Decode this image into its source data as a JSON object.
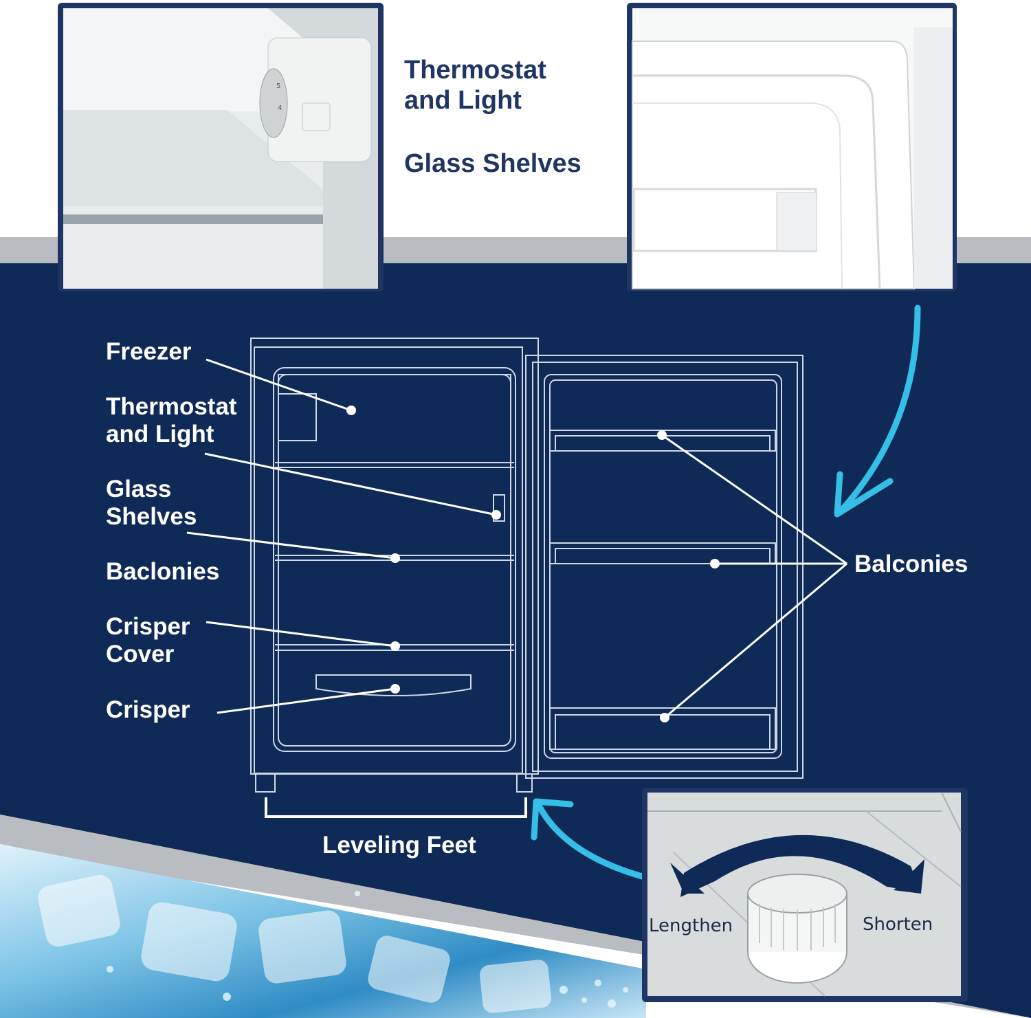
{
  "colors": {
    "navy": "#0f2a57",
    "gray_band": "#b9bcc0",
    "accent_cyan": "#35bfe8",
    "label_white": "#ffffff",
    "top_label_navy": "#1f3564"
  },
  "top_callouts": {
    "thermostat_light": "Thermostat\nand Light",
    "glass_shelves": "Glass Shelves"
  },
  "labels": {
    "freezer": "Freezer",
    "thermostat_light": "Thermostat\nand Light",
    "glass_shelves": "Glass\nShelves",
    "baclonies": "Baclonies",
    "crisper_cover": "Crisper\nCover",
    "crisper": "Crisper",
    "balconies": "Balconies",
    "leveling_feet": "Leveling Feet"
  },
  "inset": {
    "lengthen": "Lengthen",
    "shorten": "Shorten"
  },
  "thermostat_dial_marks": [
    "5",
    "4"
  ],
  "icons": {
    "arrow_top_right": "curved-arrow-icon",
    "arrow_bottom": "curved-arrow-icon",
    "rotate_arrow": "double-headed-curved-arrow-icon"
  }
}
